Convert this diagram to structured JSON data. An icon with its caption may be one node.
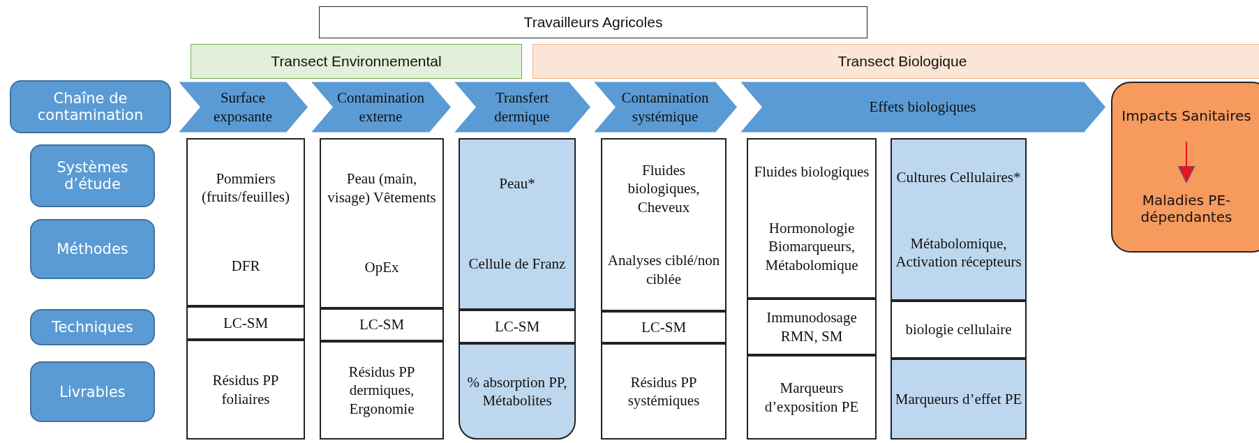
{
  "diagram": {
    "nodes": [
      {
        "text": [
          "Travailleurs Agricoles"
        ]
      },
      {
        "text": [
          "Transect Environnemental"
        ]
      },
      {
        "text": [
          "Transect Biologique"
        ]
      },
      {
        "text": [
          "Chaîne de contamination"
        ]
      },
      {
        "text": [
          "Systèmes d’étude"
        ]
      },
      {
        "text": [
          "Méthodes"
        ]
      },
      {
        "text": [
          "Techniques"
        ]
      },
      {
        "text": [
          "Livrables"
        ]
      },
      {
        "text": [
          "Surface exposante"
        ]
      },
      {
        "text": [
          "Contamination externe"
        ]
      },
      {
        "text": [
          "Transfert dermique"
        ]
      },
      {
        "text": [
          "Contamination systémique"
        ]
      },
      {
        "text": [
          "Effets biologiques"
        ]
      },
      {
        "text": [],
        "shape": "box"
      },
      {
        "text": [
          "Impacts Sanitaires"
        ],
        "in": 13
      },
      {
        "text": [
          "Maladies PE-dépendantes"
        ],
        "in": 13
      },
      {
        "text": [
          "Pommiers (fruits/feuilles)",
          "DFR"
        ]
      },
      {
        "text": [
          "LC-SM"
        ]
      },
      {
        "text": [
          "Résidus PP foliaires"
        ]
      },
      {
        "text": [
          "Peau (main, visage) Vêtements",
          "OpEx"
        ]
      },
      {
        "text": [
          "LC-SM"
        ]
      },
      {
        "text": [
          "Résidus PP dermiques, Ergonomie"
        ]
      },
      {
        "text": [
          "Peau*",
          "Cellule de Franz"
        ]
      },
      {
        "text": [
          "LC-SM"
        ]
      },
      {
        "text": [
          "% absorption PP, Métabolites"
        ]
      },
      {
        "text": [
          "Fluides biologiques, Cheveux",
          "Analyses ciblé/non ciblée"
        ]
      },
      {
        "text": [
          "LC-SM"
        ]
      },
      {
        "text": [
          "Résidus PP systémiques"
        ]
      },
      {
        "text": [
          "Fluides biologiques",
          "Hormonologie Biomarqueurs, Métabolomique"
        ]
      },
      {
        "text": [
          "Immunodosage RMN, SM"
        ]
      },
      {
        "text": [
          "Marqueurs d’exposition PE"
        ]
      },
      {
        "text": [
          "Cultures Cellulaires*",
          "Métabolomique, Activation récepteurs"
        ]
      },
      {
        "text": [
          "biologie cellulaire"
        ]
      },
      {
        "text": [
          "Marqueurs d’effet PE"
        ]
      }
    ],
    "edges": [
      {
        "from": 14,
        "to": 15,
        "arrow": "to",
        "color": "#e8141b"
      }
    ]
  }
}
